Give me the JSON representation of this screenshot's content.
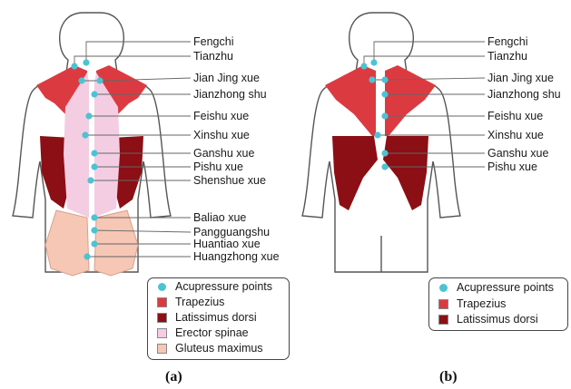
{
  "colors": {
    "acupressure": "#4cc3d3",
    "trapezius": "#dc3a41",
    "latissimus": "#8b0f14",
    "erector": "#f4cde3",
    "gluteus": "#f6c7b5",
    "outline": "#555555"
  },
  "panel_a": {
    "caption": "(a)",
    "labels": [
      "Fengchi",
      "Tianzhu",
      "Jian Jing xue",
      "Jianzhong shu",
      "Feishu xue",
      "Xinshu xue",
      "Ganshu xue",
      "Pishu xue",
      "Shenshue xue",
      "Baliao xue",
      "Pangguangshu",
      "Huantiao xue",
      "Huangzhong xue"
    ],
    "legend": [
      {
        "label": "Acupressure points",
        "icon": "dot",
        "color": "#4cc3d3"
      },
      {
        "label": "Trapezius",
        "icon": "square",
        "color": "#dc3a41"
      },
      {
        "label": "Latissimus dorsi",
        "icon": "square",
        "color": "#8b0f14"
      },
      {
        "label": "Erector spinae",
        "icon": "square",
        "color": "#f4cde3"
      },
      {
        "label": "Gluteus maximus",
        "icon": "square",
        "color": "#f6c7b5"
      }
    ]
  },
  "panel_b": {
    "caption": "(b)",
    "labels": [
      "Fengchi",
      "Tianzhu",
      "Jian Jing xue",
      "Jianzhong shu",
      "Feishu xue",
      "Xinshu xue",
      "Ganshu xue",
      "Pishu xue"
    ],
    "legend": [
      {
        "label": "Acupressure points",
        "icon": "dot",
        "color": "#4cc3d3"
      },
      {
        "label": "Trapezius",
        "icon": "square",
        "color": "#dc3a41"
      },
      {
        "label": "Latissimus dorsi",
        "icon": "square",
        "color": "#8b0f14"
      }
    ]
  }
}
